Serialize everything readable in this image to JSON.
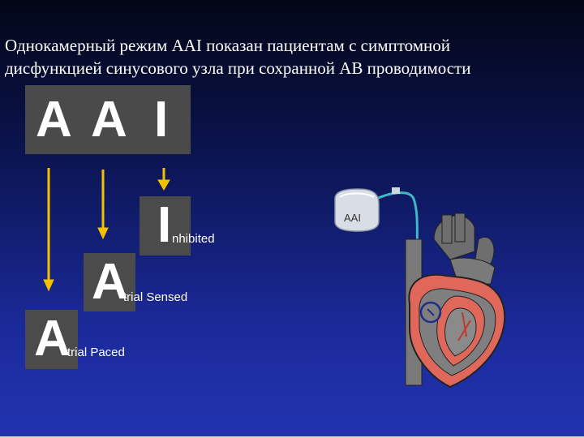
{
  "title": {
    "line1": "Однокамерный режим AAI показан пациентам с  симптомной",
    "line2": "дисфункцией синусового узла при сохранной АВ проводимости"
  },
  "code": {
    "letter1": "A",
    "letter2": "A",
    "letter3": "I"
  },
  "steps": [
    {
      "letter": "I",
      "suffix": "nhibited"
    },
    {
      "letter": "A",
      "suffix": "trial Sensed"
    },
    {
      "letter": "A",
      "suffix": "trial Paced"
    }
  ],
  "device": {
    "label": "AAI"
  },
  "colors": {
    "arrow": "#f2c200",
    "box": "#4a4a4a",
    "lead": "#3fb7c4",
    "heart_red": "#e0685a",
    "heart_gray": "#7a7a7a"
  }
}
